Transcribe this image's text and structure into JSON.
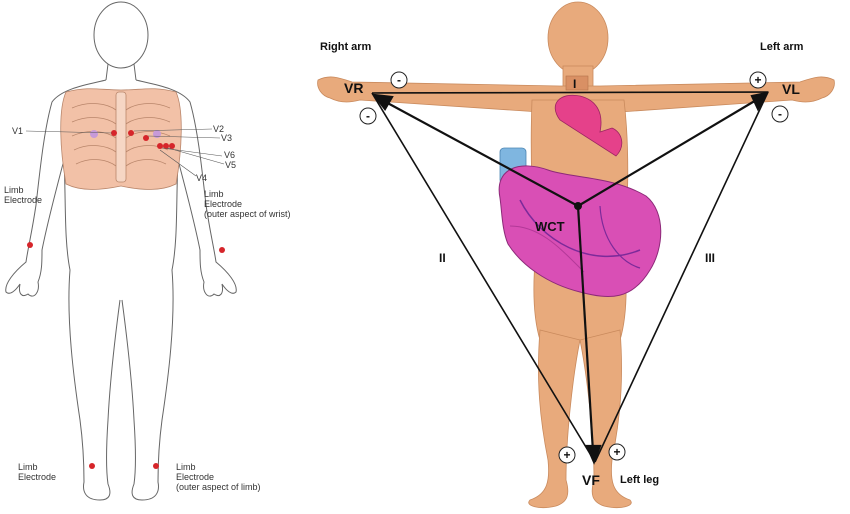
{
  "left_figure": {
    "chest_leads": [
      "V1",
      "V2",
      "V3",
      "V4",
      "V5",
      "V6"
    ],
    "limb_right_wrist": "Limb\nElectrode",
    "limb_left_wrist": "Limb\nElectrode\n(outer aspect of wrist)",
    "limb_right_ankle": "Limb\nElectrode",
    "limb_left_ankle": "Limb\nElectrode\n(outer aspect of limb)"
  },
  "right_figure": {
    "right_arm": "Right arm",
    "left_arm": "Left arm",
    "left_leg": "Left leg",
    "vr": "VR",
    "vl": "VL",
    "vf": "VF",
    "wct": "WCT",
    "lead_i": "I",
    "lead_ii": "II",
    "lead_iii": "III",
    "polarity_minus": "-",
    "polarity_plus": "+"
  },
  "colors": {
    "skin": "#e8aa7c",
    "electrode": "#d6252a",
    "ribs": "#f2c1a7",
    "heart": "#d94fb5"
  }
}
